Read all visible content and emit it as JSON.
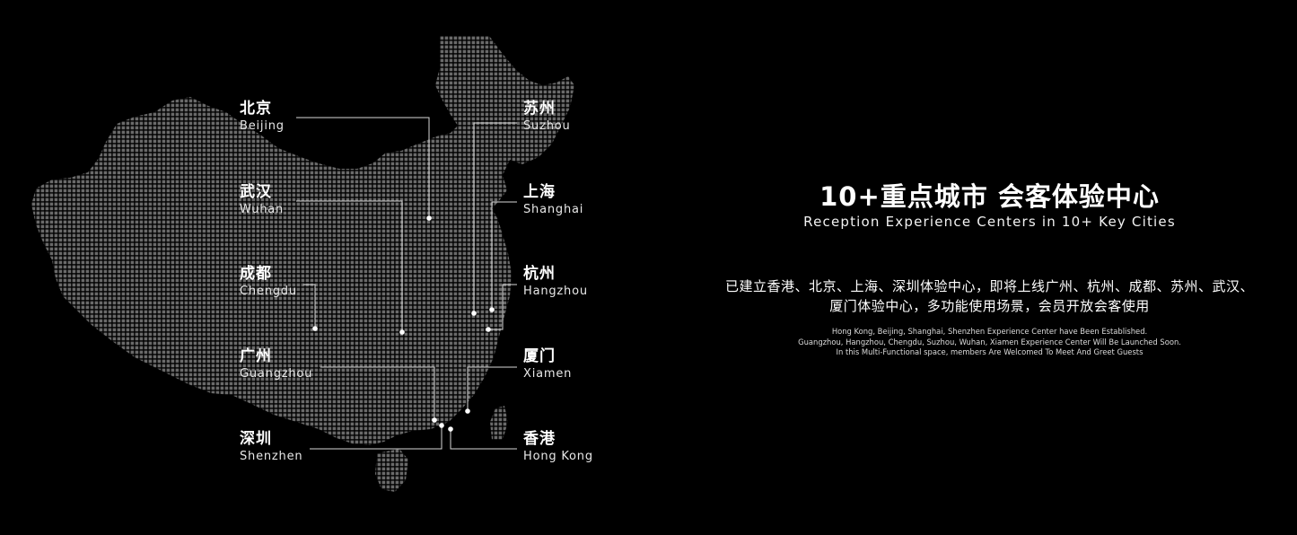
{
  "cities": [
    {
      "key": "beijing",
      "cn": "北京",
      "en": "Beijing"
    },
    {
      "key": "wuhan",
      "cn": "武汉",
      "en": "Wuhan"
    },
    {
      "key": "chengdu",
      "cn": "成都",
      "en": "Chengdu"
    },
    {
      "key": "guangzhou",
      "cn": "广州",
      "en": "Guangzhou"
    },
    {
      "key": "shenzhen",
      "cn": "深圳",
      "en": "Shenzhen"
    },
    {
      "key": "suzhou",
      "cn": "苏州",
      "en": "Suzhou"
    },
    {
      "key": "shanghai",
      "cn": "上海",
      "en": "Shanghai"
    },
    {
      "key": "hangzhou",
      "cn": "杭州",
      "en": "Hangzhou"
    },
    {
      "key": "xiamen",
      "cn": "厦门",
      "en": "Xiamen"
    },
    {
      "key": "hongkong",
      "cn": "香港",
      "en": "Hong Kong"
    }
  ],
  "headline": {
    "cn": "10+重点城市 会客体验中心",
    "en": "Reception Experience Centers in 10+ Key Cities"
  },
  "description": {
    "cn_line1": "已建立香港、北京、上海、深圳体验中心，即将上线广州、杭州、成都、苏州、武汉、",
    "cn_line2": "厦门体验中心，多功能使用场景，会员开放会客使用",
    "en_line1": "Hong Kong, Beijing, Shanghai, Shenzhen Experience Center have Been Established.",
    "en_line2": "Guangzhou, Hangzhou, Chengdu, Suzhou, Wuhan, Xiamen Experience Center Will Be Launched Soon.",
    "en_line3": "In this Multi-Functional space, members Are Welcomed To Meet And Greet Guests"
  },
  "colors": {
    "background": "#000000",
    "map_dot": "#6a6a6a",
    "connector_line": "#d9d9d9",
    "text": "#ffffff"
  }
}
